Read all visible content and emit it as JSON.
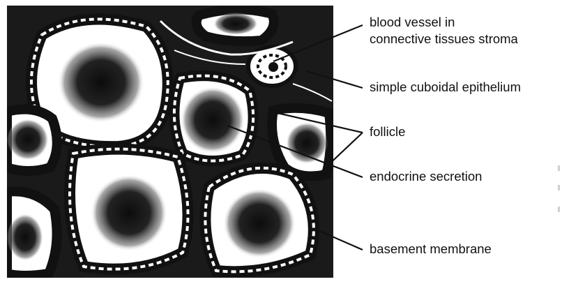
{
  "labels": {
    "blood_vessel_line1": "blood vessel in",
    "blood_vessel_line2": "connective tissues stroma",
    "simple_cuboidal": "simple cuboidal epithelium",
    "follicle": "follicle",
    "endocrine": "endocrine secretion",
    "basement": "basement membrane"
  },
  "colors": {
    "ink": "#111111",
    "paper": "#ffffff",
    "colloid_dark": "#141414"
  }
}
